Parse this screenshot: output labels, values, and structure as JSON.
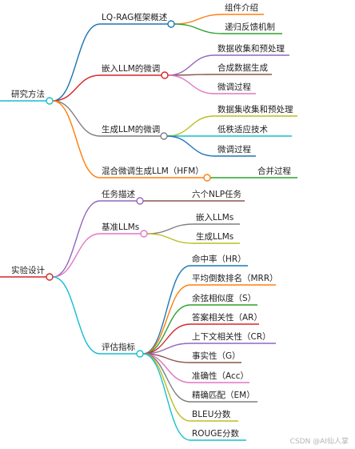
{
  "mindmap": {
    "branches": [
      {
        "label": "研究方法",
        "color": "#17becf",
        "children": [
          {
            "label": "LQ-RAG框架概述",
            "color": "#1f77b4",
            "children": [
              {
                "label": "组件介绍",
                "color": "#ff7f0e"
              },
              {
                "label": "递归反馈机制",
                "color": "#2ca02c"
              }
            ]
          },
          {
            "label": "嵌入LLM的微调",
            "color": "#d62728",
            "children": [
              {
                "label": "数据收集和预处理",
                "color": "#9467bd"
              },
              {
                "label": "合成数据生成",
                "color": "#8c564b"
              },
              {
                "label": "微调过程",
                "color": "#e377c2"
              }
            ]
          },
          {
            "label": "生成LLM的微调",
            "color": "#7f7f7f",
            "children": [
              {
                "label": "数据集收集和预处理",
                "color": "#bcbd22"
              },
              {
                "label": "低秩适应技术",
                "color": "#17becf"
              },
              {
                "label": "微调过程",
                "color": "#1f77b4"
              }
            ]
          },
          {
            "label": "混合微调生成LLM（HFM）",
            "color": "#ff7f0e",
            "children": [
              {
                "label": "合并过程",
                "color": "#2ca02c"
              }
            ]
          }
        ]
      },
      {
        "label": "实验设计",
        "color": "#d62728",
        "children": [
          {
            "label": "任务描述",
            "color": "#9467bd",
            "children": [
              {
                "label": "六个NLP任务",
                "color": "#8c564b"
              }
            ]
          },
          {
            "label": "基准LLMs",
            "color": "#e377c2",
            "children": [
              {
                "label": "嵌入LLMs",
                "color": "#7f7f7f"
              },
              {
                "label": "生成LLMs",
                "color": "#bcbd22"
              }
            ]
          },
          {
            "label": "评估指标",
            "color": "#17becf",
            "children": [
              {
                "label": "命中率（HR）",
                "color": "#1f77b4"
              },
              {
                "label": "平均倒数排名（MRR）",
                "color": "#ff7f0e"
              },
              {
                "label": "余弦相似度（S）",
                "color": "#2ca02c"
              },
              {
                "label": "答案相关性（AR）",
                "color": "#d62728"
              },
              {
                "label": "上下文相关性（CR）",
                "color": "#9467bd"
              },
              {
                "label": "事实性（G）",
                "color": "#8c564b"
              },
              {
                "label": "准确性（Acc）",
                "color": "#e377c2"
              },
              {
                "label": "精确匹配（EM）",
                "color": "#7f7f7f"
              },
              {
                "label": "BLEU分数",
                "color": "#bcbd22"
              },
              {
                "label": "ROUGE分数",
                "color": "#17becf"
              }
            ]
          }
        ]
      }
    ]
  },
  "watermark": "CSDN @AI仙人掌"
}
